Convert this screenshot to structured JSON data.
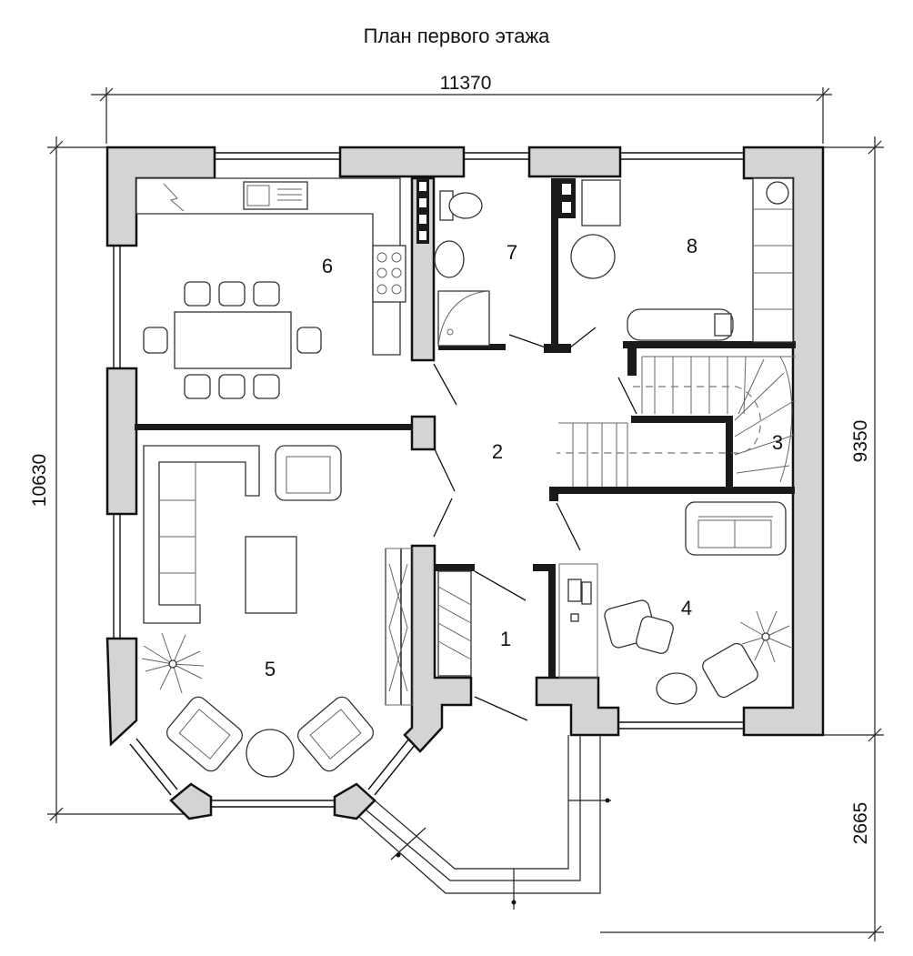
{
  "title": "План первого этажа",
  "dimensions": {
    "top_width": "11370",
    "left_height": "10630",
    "right_main": "9350",
    "right_porch": "2665"
  },
  "rooms": [
    {
      "id": "room-1",
      "number": "1"
    },
    {
      "id": "room-2",
      "number": "2"
    },
    {
      "id": "room-3",
      "number": "3"
    },
    {
      "id": "room-4",
      "number": "4"
    },
    {
      "id": "room-5",
      "number": "5"
    },
    {
      "id": "room-6",
      "number": "6"
    },
    {
      "id": "room-7",
      "number": "7"
    },
    {
      "id": "room-8",
      "number": "8"
    }
  ],
  "colors": {
    "wall_fill": "#d4d4d4",
    "line": "#111111",
    "background": "#ffffff"
  }
}
